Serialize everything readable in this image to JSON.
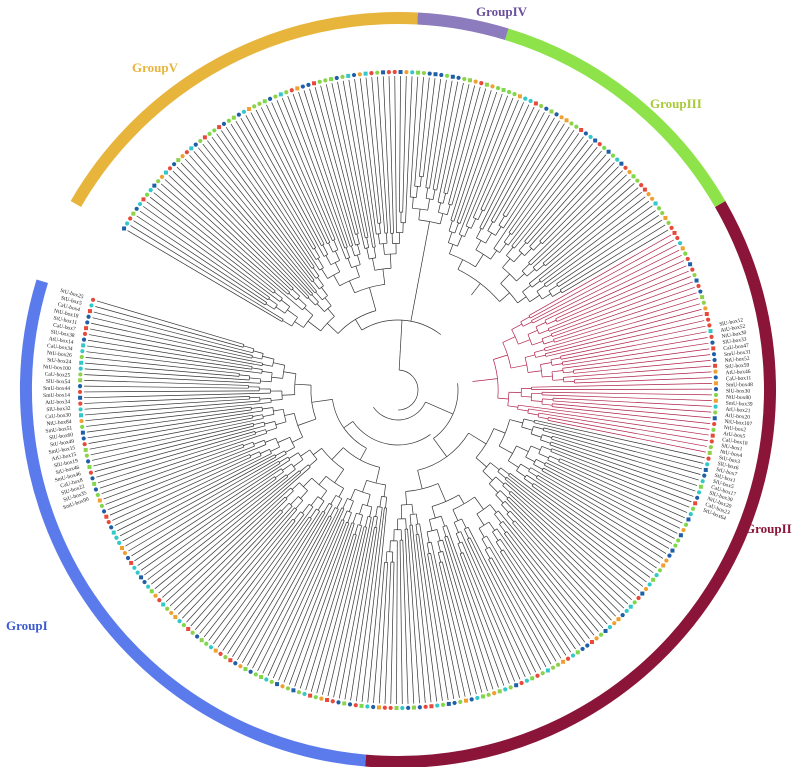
{
  "figure": {
    "type": "circular-phylogenetic-tree",
    "branch_color": "#333333",
    "highlight_branch_color": "#b0204a"
  },
  "groups": [
    {
      "id": "g1",
      "label": "GroupI",
      "color": "#5b7bec",
      "label_color": "#3a5bd0"
    },
    {
      "id": "g2",
      "label": "GroupII",
      "color": "#8b1538",
      "label_color": "#8b1538"
    },
    {
      "id": "g3",
      "label": "GroupIII",
      "color": "#8ee34a",
      "label_color": "#a9c93a"
    },
    {
      "id": "g4",
      "label": "GroupIV",
      "color": "#8c7bbd",
      "label_color": "#6a4f9c"
    },
    {
      "id": "g5",
      "label": "GroupV",
      "color": "#e8b53c",
      "label_color": "#e8b53c"
    }
  ],
  "marker_colors": [
    "#e8493a",
    "#8ed14a",
    "#1f5fa8",
    "#33c8c8",
    "#f0a030",
    "#7fd84a"
  ],
  "leaf_labels_group1": [
    "StU-box25",
    "StU-box5",
    "CaU-box4",
    "NtU-box18",
    "StU-box11",
    "CaU-box7",
    "SlU-box38",
    "AtU-box14",
    "CaU-box34",
    "NtU-box26",
    "StU-box24",
    "NtU-box100",
    "CaU-box25",
    "SlU-box54",
    "SmU-box44",
    "SmU-box14",
    "AtU-box34",
    "SlU-box32",
    "CaU-box30",
    "NtU-box84",
    "SmU-box51",
    "SlU-box60",
    "StU-box49",
    "SmU-box15",
    "AtU-box15",
    "SlU-box19",
    "StU-box46",
    "SmU-box46",
    "CaU-box8",
    "SlU-box22",
    "StU-box35",
    "SmU-box90"
  ],
  "leaf_labels_group2": [
    "SlU-box12",
    "AtU-box52",
    "NtU-box30",
    "SlU-box33",
    "CaU-box47",
    "SmU-box31",
    "NtU-box52",
    "StU-box59",
    "AtU-box46",
    "CaU-box11",
    "SmU-box48",
    "SlU-box30",
    "NtU-box80",
    "SmU-box39",
    "AtU-box21",
    "AtU-box20",
    "NtU-box107",
    "NtU-box2",
    "AtU-box5",
    "CaU-box18",
    "SlU-box1",
    "NtU-box4",
    "StU-box3",
    "SlU-box6",
    "StU-box7",
    "StU-box1",
    "SlU-box5",
    "CaU-box17",
    "SlU-box30",
    "NtU-box20",
    "CaU-box23",
    "StU-box64"
  ]
}
